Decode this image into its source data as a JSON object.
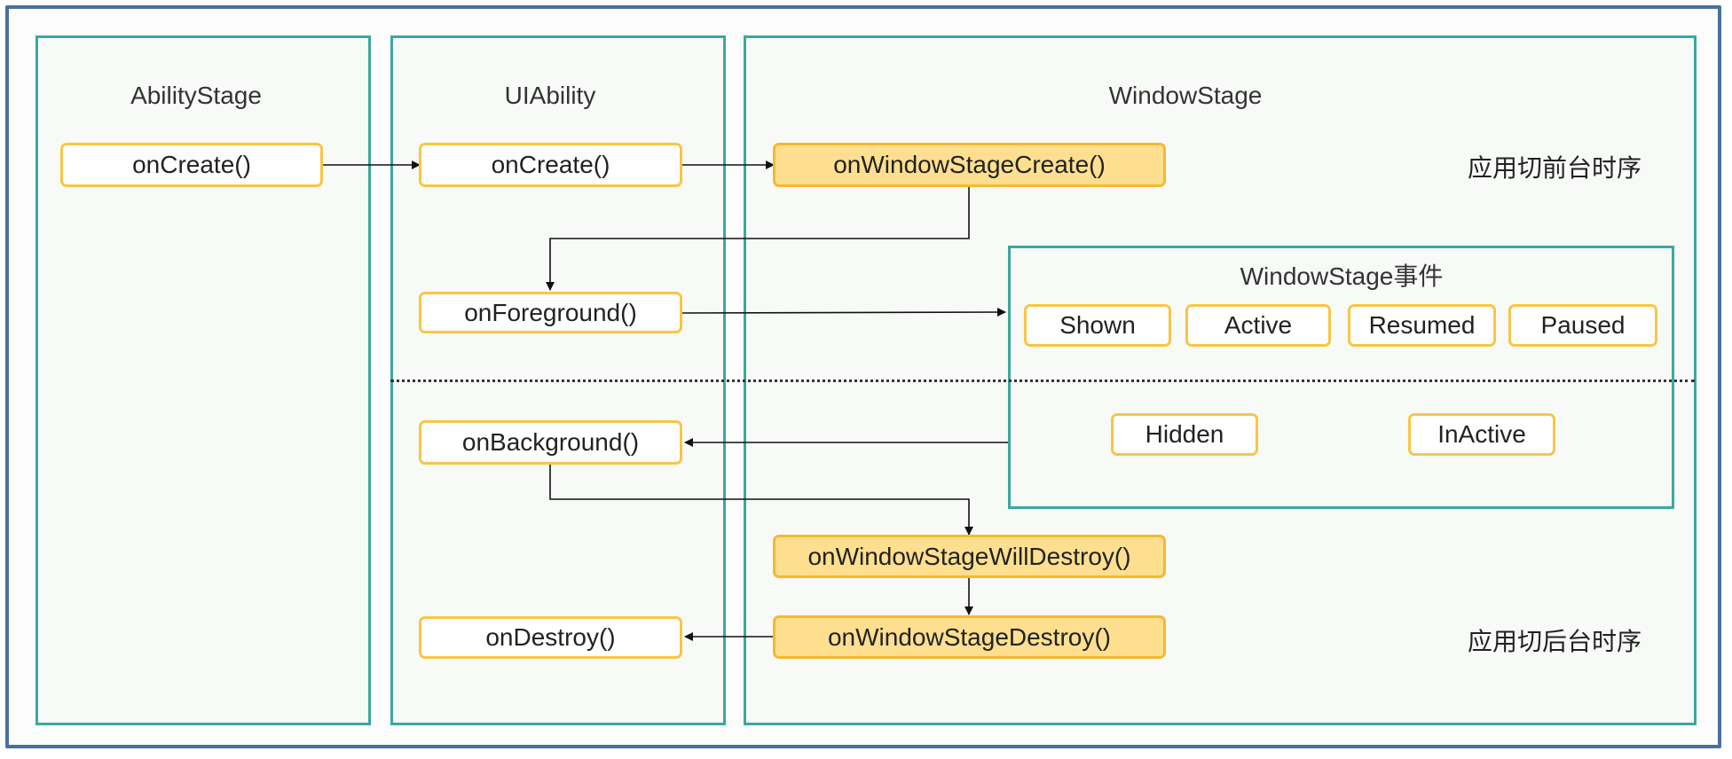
{
  "columns": {
    "ability_stage": {
      "title": "AbilityStage"
    },
    "ui_ability": {
      "title": "UIAbility"
    },
    "window_stage": {
      "title": "WindowStage"
    }
  },
  "nodes": {
    "ability_stage_on_create": "onCreate()",
    "ui_ability_on_create": "onCreate()",
    "on_window_stage_create": "onWindowStageCreate()",
    "on_foreground": "onForeground()",
    "on_background": "onBackground()",
    "on_window_stage_will_destroy": "onWindowStageWillDestroy()",
    "on_destroy": "onDestroy()",
    "on_window_stage_destroy": "onWindowStageDestroy()"
  },
  "events_panel": {
    "title": "WindowStage事件",
    "foreground_events": [
      "Shown",
      "Active",
      "Resumed",
      "Paused"
    ],
    "background_events": [
      "Hidden",
      "InActive"
    ]
  },
  "side_notes": {
    "foreground_sequence": "应用切前台时序",
    "background_sequence": "应用切后台时序"
  },
  "colors": {
    "frame_border": "#4a6f9f",
    "column_border": "#3aa8a0",
    "node_border": "#f7c644",
    "node_filled": "#fddf8f"
  }
}
